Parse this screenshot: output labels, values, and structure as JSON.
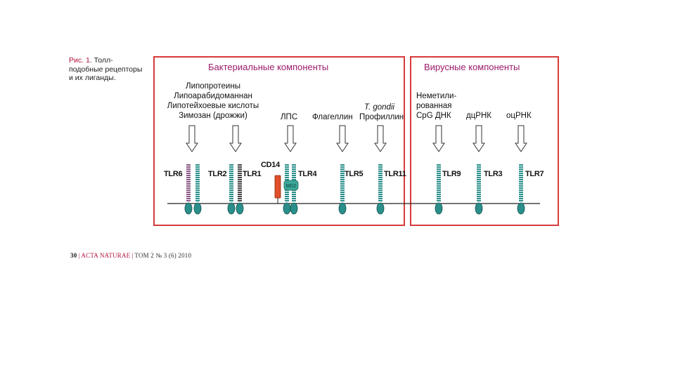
{
  "caption": {
    "label": "Рис. 1.",
    "text": " Толл-подобные рецепторы и их лиганды."
  },
  "footer": {
    "page": "30",
    "journal": "ACTA NATURAE",
    "volume": "ТОМ 2 № 3 (6) 2010"
  },
  "panels": {
    "bacterial_title": "Бактериальные компоненты",
    "viral_title": "Вирусные компоненты"
  },
  "ligands": {
    "group1": [
      "Липопротеины",
      "Липоарабидоманнан",
      "Липотейхоевые кислоты",
      "Зимозан (дрожжи)"
    ],
    "lps": "ЛПС",
    "flagellin": "Флагеллин",
    "tgondi": "T. gondii",
    "profilin": "Профиллин",
    "cpg": [
      "Неметили-",
      "рованная",
      "CpG ДНК"
    ],
    "dsrna": "дцРНК",
    "ssrna": "оцРНК"
  },
  "receptors": {
    "tlr6": "TLR6",
    "tlr2": "TLR2",
    "tlr1": "TLR1",
    "cd14": "CD14",
    "md2": "MD2",
    "tlr4": "TLR4",
    "tlr5": "TLR5",
    "tlr11": "TLR11",
    "tlr9": "TLR9",
    "tlr3": "TLR3",
    "tlr7": "TLR7"
  },
  "colors": {
    "frame": "#d63a3a",
    "title": "#9b1b6a",
    "receptor": "#2a8f8a",
    "tlr6": "#8a5a86",
    "tlr1": "#444444",
    "cd14": "#e0502a",
    "md2": "#3aa89a"
  }
}
